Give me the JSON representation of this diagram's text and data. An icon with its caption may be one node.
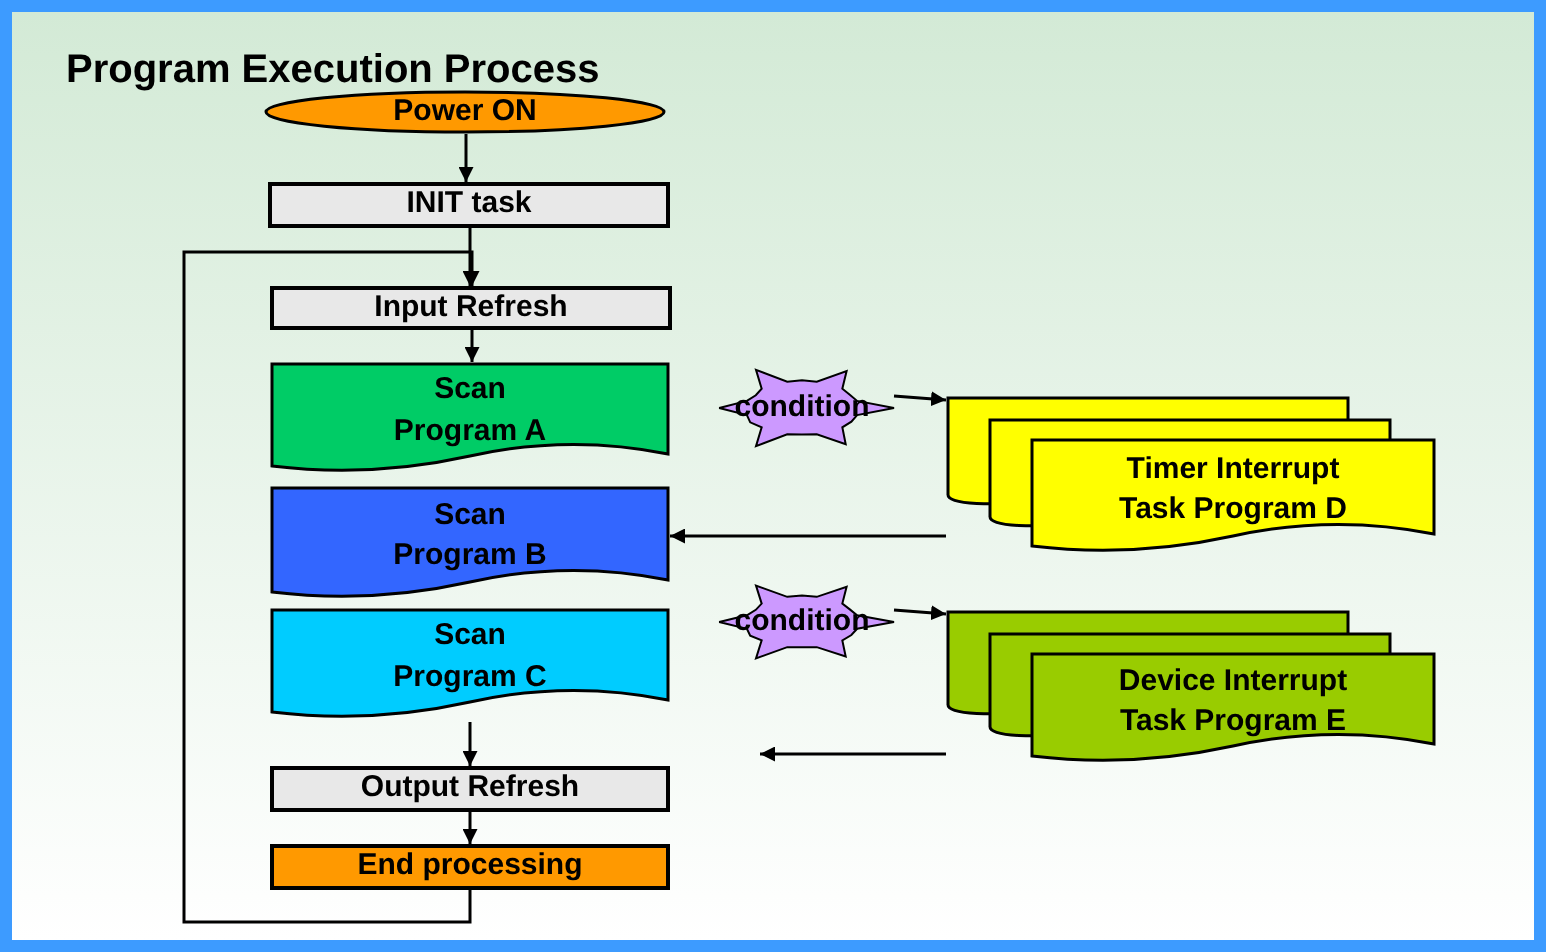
{
  "diagram": {
    "title": "Program Execution Process",
    "nodes": [
      {
        "text": [
          "Power ON"
        ]
      },
      {
        "text": [
          "INIT task"
        ]
      },
      {
        "text": [
          "Input Refresh"
        ]
      },
      {
        "text": [
          "Scan Program A"
        ]
      },
      {
        "text": [
          "Scan Program B"
        ]
      },
      {
        "text": [
          "Scan Program C"
        ]
      },
      {
        "text": [
          "Output Refresh"
        ]
      },
      {
        "text": [
          "End processing"
        ]
      },
      {
        "text": [
          "condition"
        ]
      },
      {
        "text": [
          "Timer Interrupt Task Program D"
        ]
      },
      {
        "text": [
          "condition"
        ]
      },
      {
        "text": [
          "Device Interrupt Task Program E"
        ]
      }
    ],
    "edges": [
      {
        "from": 0,
        "to": 1,
        "arrow": "to"
      },
      {
        "from": 1,
        "to": 2,
        "arrow": "to"
      },
      {
        "from": 2,
        "to": 3,
        "arrow": "to"
      },
      {
        "from": 5,
        "to": 6,
        "arrow": "to"
      },
      {
        "from": 6,
        "to": 7,
        "arrow": "to"
      },
      {
        "from": 7,
        "to": 2,
        "arrow": "to"
      },
      {
        "from": 8,
        "to": 9,
        "arrow": "to"
      },
      {
        "from": 9,
        "to": 4,
        "arrow": "to"
      },
      {
        "from": 10,
        "to": 11,
        "arrow": "to"
      },
      {
        "from": 11,
        "to": null,
        "arrow": "to"
      }
    ]
  }
}
